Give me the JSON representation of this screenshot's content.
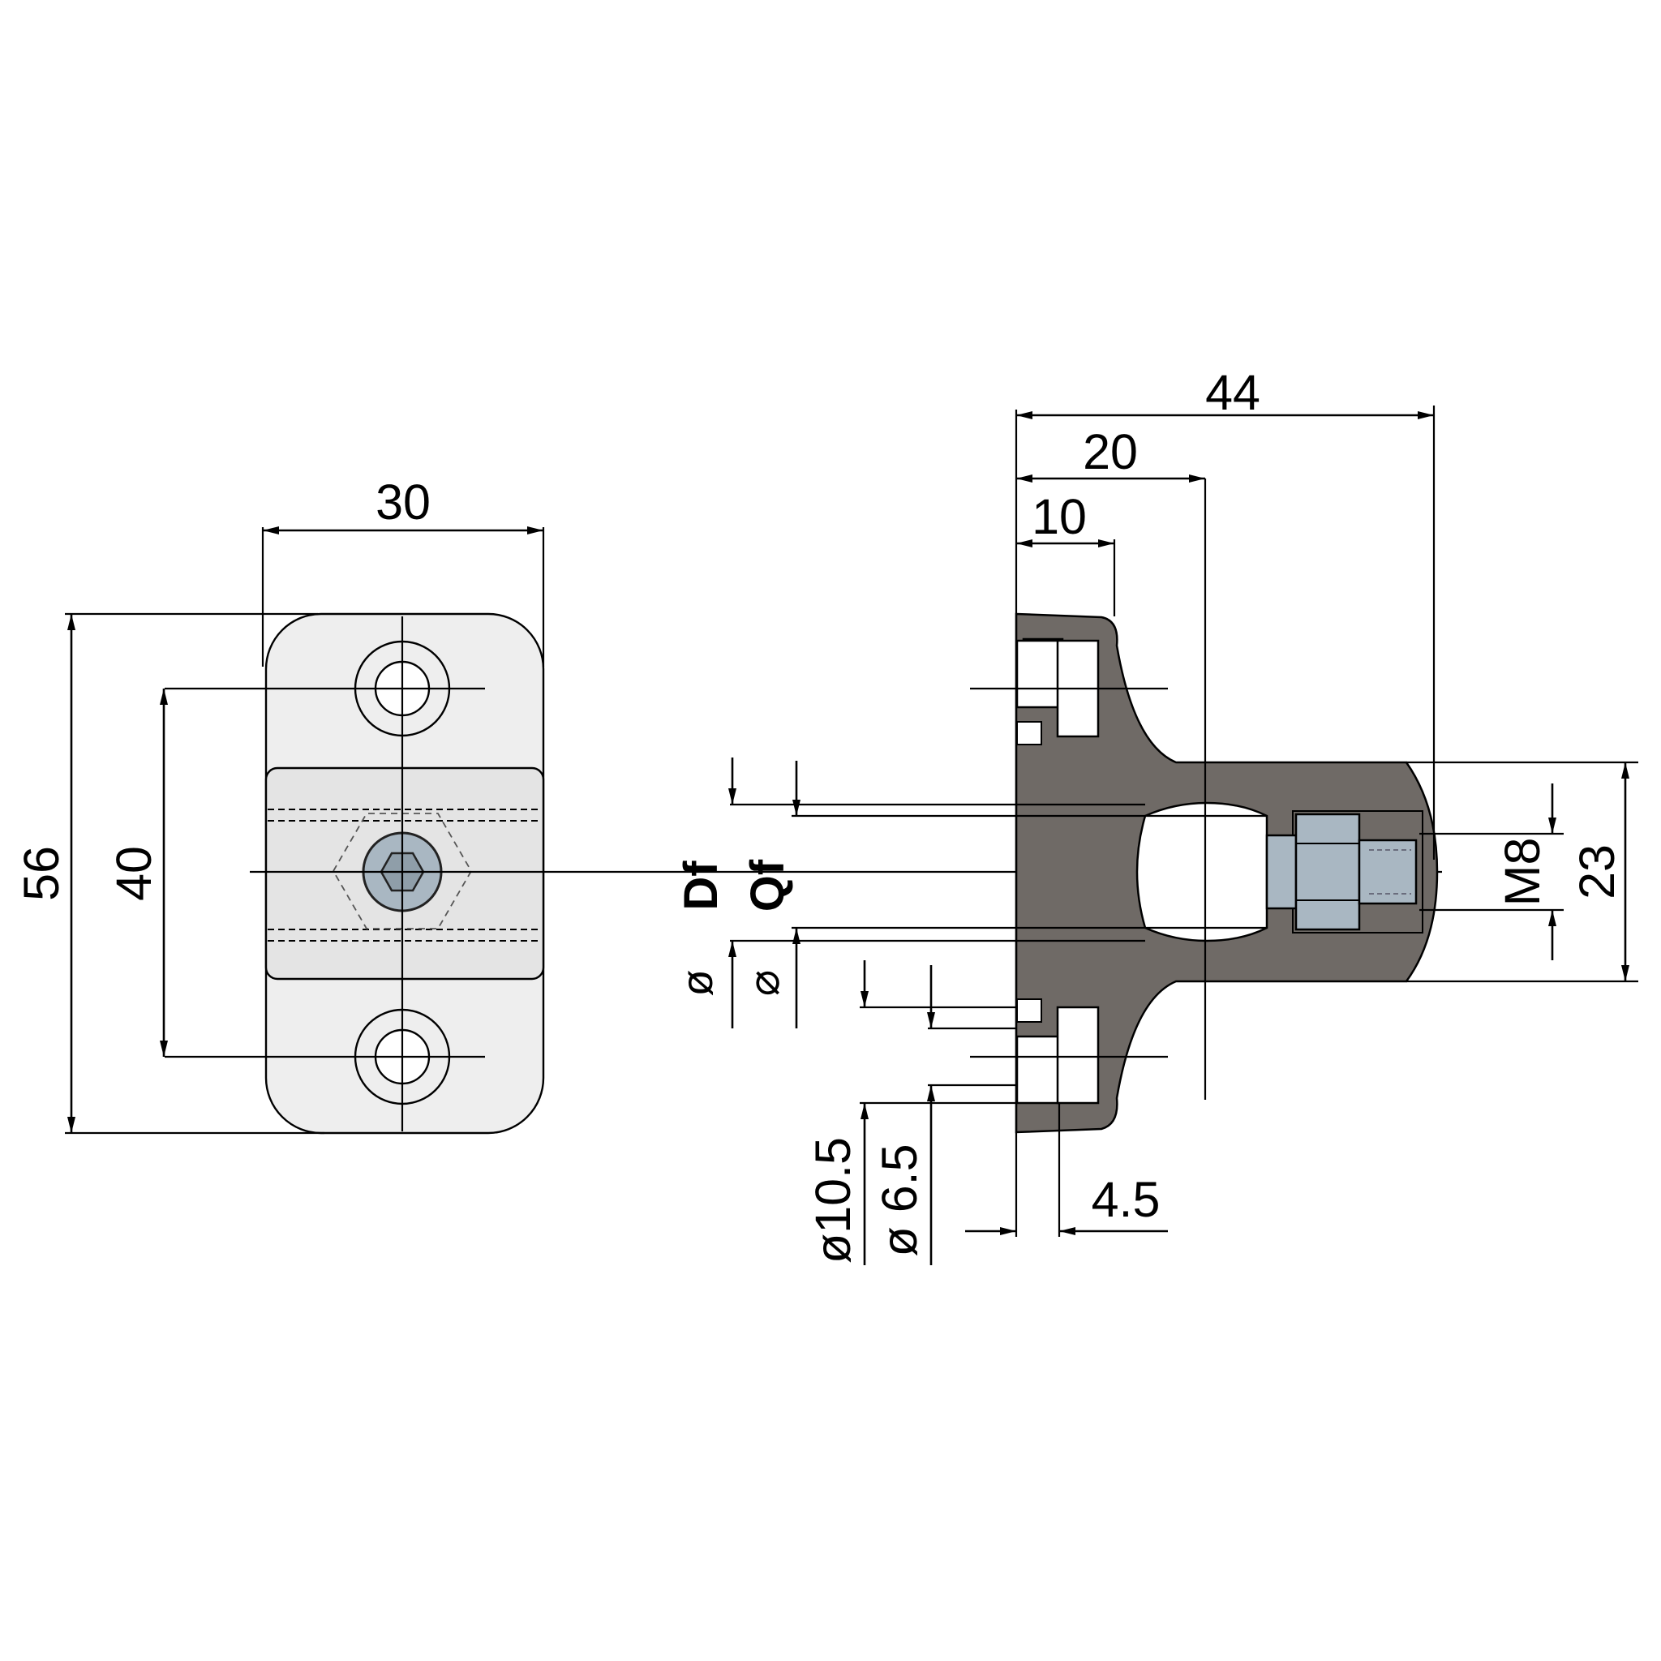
{
  "colors": {
    "front_face": "#eeeeee",
    "front_band": "#e4e4e4",
    "clamp_body": "#6f6a66",
    "screw": "#a9b7c2",
    "outline": "#000000"
  },
  "icons": {
    "hex_socket": "hex-socket-screw-icon",
    "bolt_and_nut": "hex-nut-bolt-icon"
  },
  "front_view": {
    "width_dim": "30",
    "height_dim": "56",
    "hole_spacing_dim": "40"
  },
  "side_view": {
    "overall_length_dim": "44",
    "axis_dim": "20",
    "flange_dim": "10",
    "base_thickness_dim": "4.5",
    "height_dim": "23",
    "thread_label": "M8",
    "counterbore_dim": "ø10.5",
    "hole_dim": "ø 6.5",
    "round_bore_label": "Df",
    "round_bore_symbol": "ø",
    "square_bore_label": "Qf",
    "square_bore_symbol": "⌀"
  }
}
